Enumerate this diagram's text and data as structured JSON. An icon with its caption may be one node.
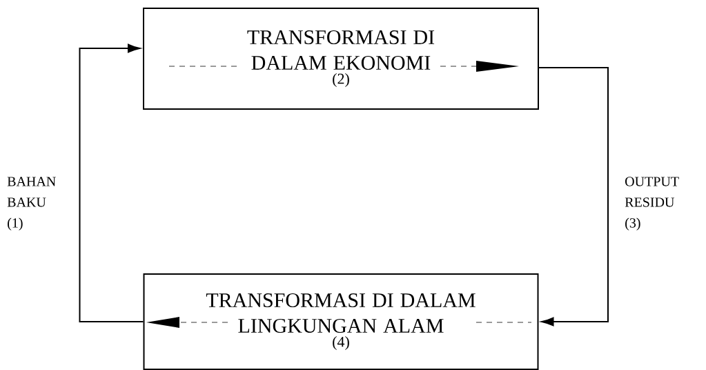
{
  "diagram": {
    "nodes": [
      {
        "text": [
          "TRANSFORMASI DI DALAM EKONOMI",
          "(2)"
        ]
      },
      {
        "text": [
          "TRANSFORMASI DI DALAM LINGKUNGAN ALAM",
          "(4)"
        ]
      }
    ],
    "edges": [
      {
        "from": 1,
        "to": 0,
        "arrow": "to",
        "label": "BAHAN BAKU (1)"
      },
      {
        "from": 0,
        "to": 1,
        "arrow": "to",
        "label": "OUTPUT RESIDU (3)"
      }
    ]
  }
}
